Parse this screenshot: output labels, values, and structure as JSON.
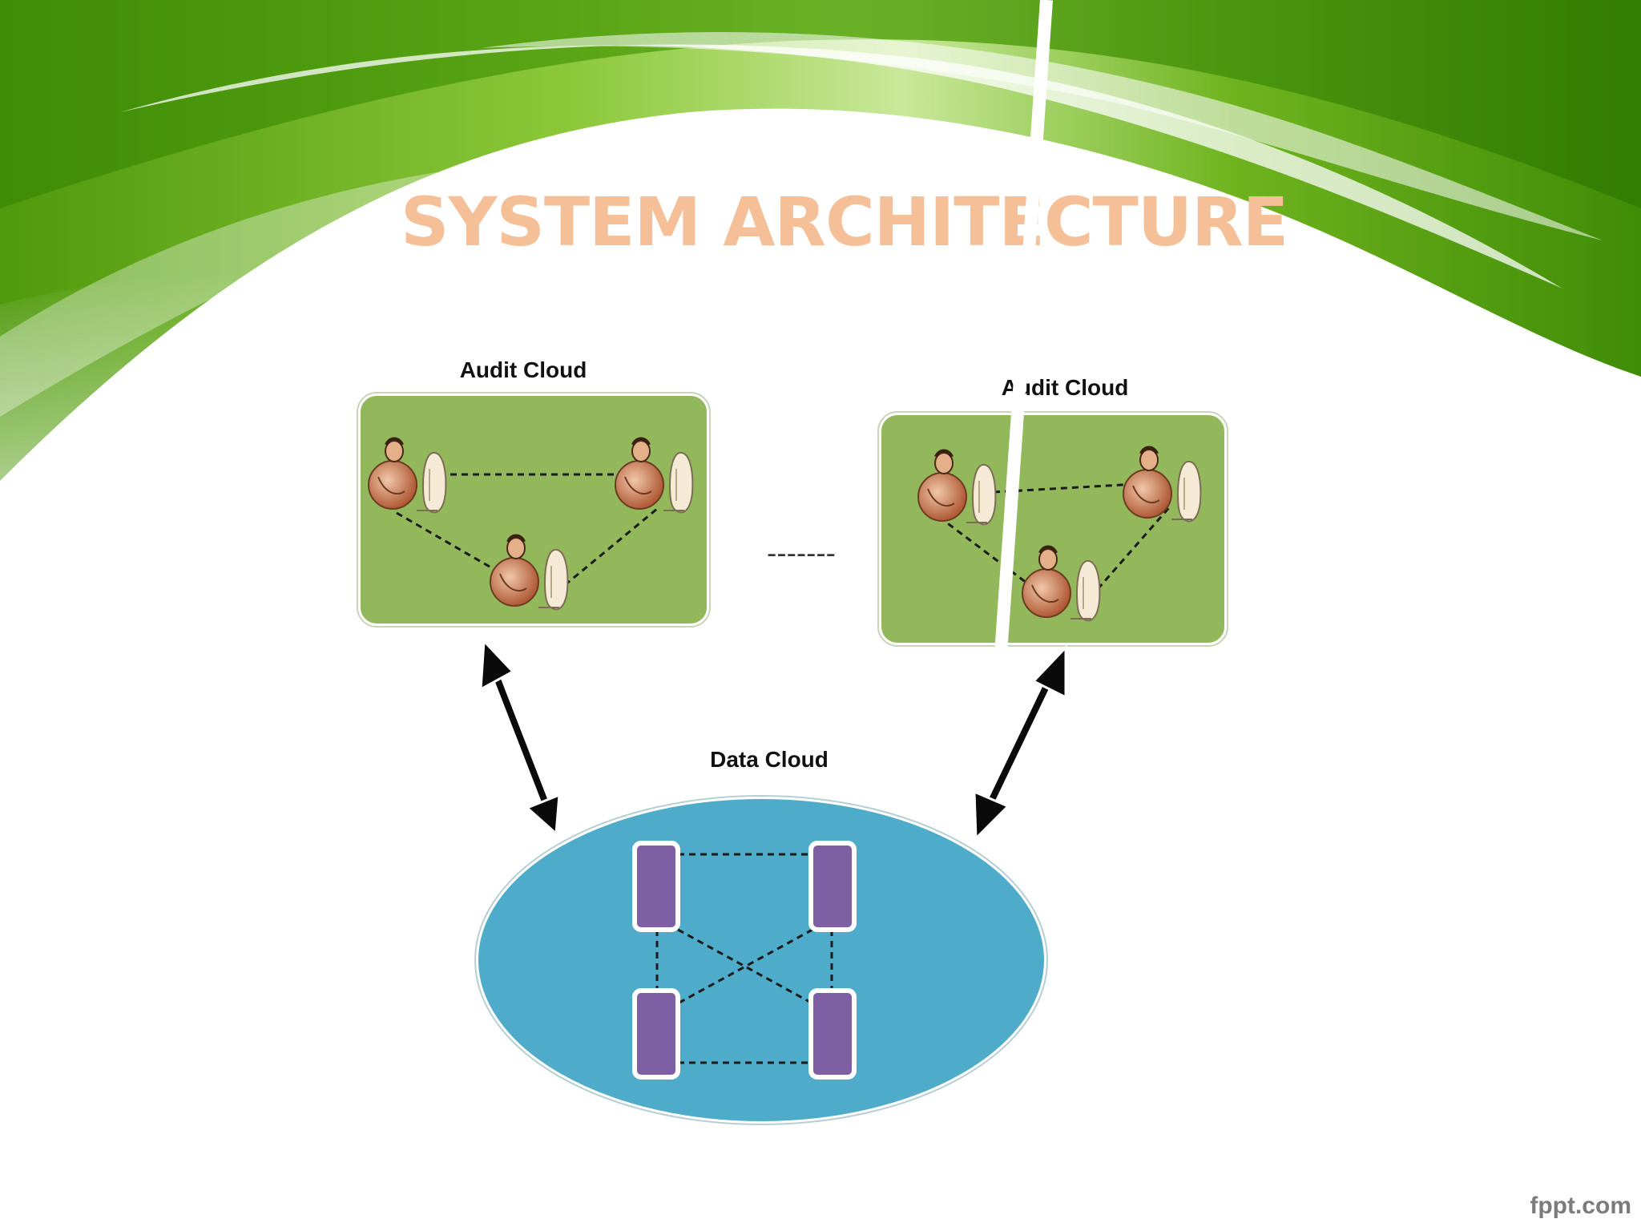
{
  "slide": {
    "title": "SYSTEM ARCHITECTURE",
    "footer": "fppt.com"
  },
  "diagram": {
    "audit_cloud_left": {
      "label": "Audit Cloud",
      "users": 3
    },
    "audit_cloud_right": {
      "label": "Audit Cloud",
      "users": 3
    },
    "ellipsis": "-------",
    "data_cloud": {
      "label": "Data Cloud",
      "nodes": 4
    }
  },
  "colors": {
    "title": "#f5bf97",
    "audit_cloud_fill": "#93b85c",
    "data_cloud_fill": "#4eabc9",
    "node_fill": "#7f5fa3",
    "banner_green": "#6db21a"
  }
}
